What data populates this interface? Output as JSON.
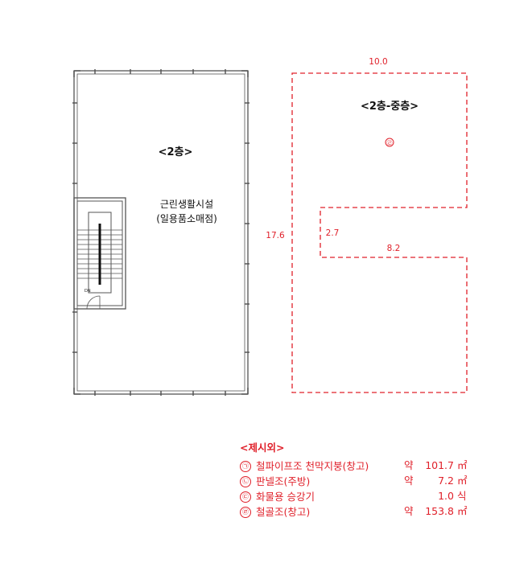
{
  "left_plan": {
    "floor_label": "<2층>",
    "use_line1": "근린생활시설",
    "use_line2": "(일용품소매점)",
    "stair_label": "DN"
  },
  "right_plan": {
    "title": "<2층-중층>",
    "marker": "㉣",
    "dim_top": "10.0",
    "dim_left": "17.6",
    "dim_notch_height": "2.7",
    "dim_notch_depth": "8.2"
  },
  "colors": {
    "red": "#e0202a",
    "plan_line": "#555555"
  },
  "legend": {
    "title": "<제시외>",
    "items": [
      {
        "mark": "㉠",
        "name": "철파이프조 천막지붕(창고)",
        "prefix": "약",
        "qty": "101.7",
        "unit": "㎡"
      },
      {
        "mark": "㉡",
        "name": "판넬조(주방)",
        "prefix": "약",
        "qty": "7.2",
        "unit": "㎡"
      },
      {
        "mark": "㉢",
        "name": "화물용 승강기",
        "prefix": "",
        "qty": "1.0",
        "unit": "식"
      },
      {
        "mark": "㉣",
        "name": "철골조(창고)",
        "prefix": "약",
        "qty": "153.8",
        "unit": "㎡"
      }
    ]
  }
}
